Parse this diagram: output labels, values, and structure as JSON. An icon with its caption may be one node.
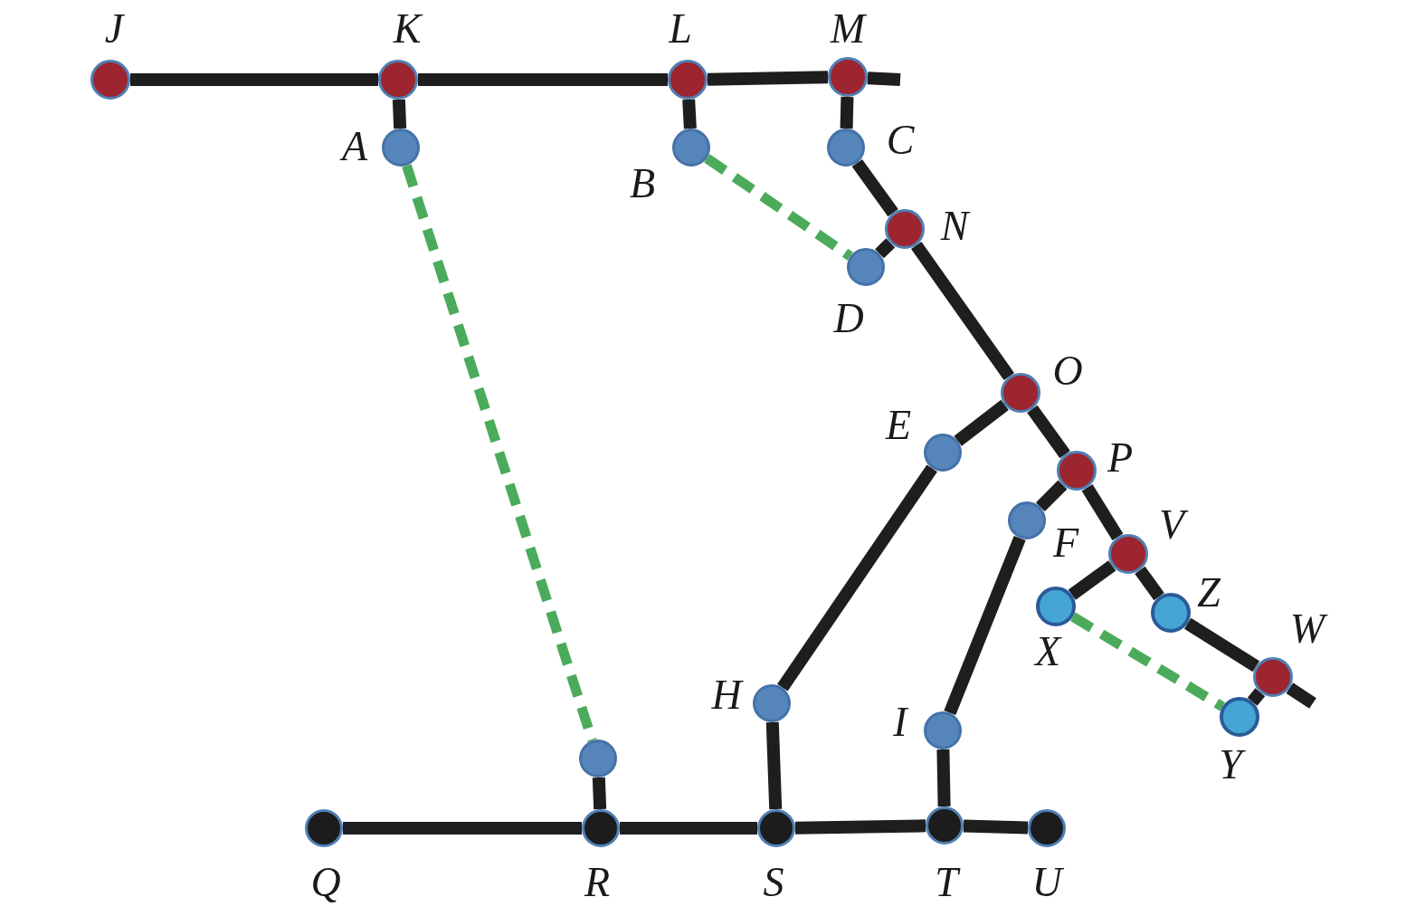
{
  "diagram": {
    "nodes": [
      {
        "text": [],
        "shape": "circle",
        "beside": [
          "J"
        ]
      },
      {
        "text": [],
        "shape": "circle",
        "beside": [
          "K"
        ]
      },
      {
        "text": [],
        "shape": "circle",
        "beside": [
          "L"
        ]
      },
      {
        "text": [],
        "shape": "circle",
        "beside": [
          "M"
        ]
      },
      {
        "text": [],
        "shape": "circle",
        "beside": [
          "A"
        ]
      },
      {
        "text": [],
        "shape": "circle",
        "beside": [
          "B"
        ]
      },
      {
        "text": [],
        "shape": "circle",
        "beside": [
          "C"
        ]
      },
      {
        "text": [],
        "shape": "circle",
        "beside": [
          "N"
        ]
      },
      {
        "text": [],
        "shape": "circle",
        "beside": [
          "D"
        ]
      },
      {
        "text": [],
        "shape": "circle",
        "beside": [
          "O"
        ]
      },
      {
        "text": [],
        "shape": "circle",
        "beside": [
          "E"
        ]
      },
      {
        "text": [],
        "shape": "circle",
        "beside": [
          "P"
        ]
      },
      {
        "text": [],
        "shape": "circle",
        "beside": [
          "F"
        ]
      },
      {
        "text": [],
        "shape": "circle",
        "beside": [
          "V"
        ]
      },
      {
        "text": [],
        "shape": "circle",
        "beside": [
          "X"
        ]
      },
      {
        "text": [],
        "shape": "circle",
        "beside": [
          "Z"
        ]
      },
      {
        "text": [],
        "shape": "circle",
        "beside": [
          "W"
        ]
      },
      {
        "text": [],
        "shape": "circle",
        "beside": [
          "Y"
        ]
      },
      {
        "text": [],
        "shape": "circle",
        "beside": [
          "H"
        ]
      },
      {
        "text": [],
        "shape": "circle",
        "beside": [
          "I"
        ]
      },
      {
        "text": [],
        "shape": "circle"
      },
      {
        "text": [],
        "shape": "circle",
        "beside": [
          "Q"
        ]
      },
      {
        "text": [],
        "shape": "circle",
        "beside": [
          "R"
        ]
      },
      {
        "text": [],
        "shape": "circle",
        "beside": [
          "S"
        ]
      },
      {
        "text": [],
        "shape": "circle",
        "beside": [
          "T"
        ]
      },
      {
        "text": [],
        "shape": "circle",
        "beside": [
          "U"
        ]
      }
    ],
    "edges": [
      {
        "from": 0,
        "to": 1,
        "arrow": "none"
      },
      {
        "from": 1,
        "to": 2,
        "arrow": "none"
      },
      {
        "from": 2,
        "to": 3,
        "arrow": "none"
      },
      {
        "from": 3,
        "to": null,
        "arrow": "none"
      },
      {
        "from": 1,
        "to": 4,
        "arrow": "none"
      },
      {
        "from": 2,
        "to": 5,
        "arrow": "none"
      },
      {
        "from": 3,
        "to": 6,
        "arrow": "none"
      },
      {
        "from": 6,
        "to": 7,
        "arrow": "none"
      },
      {
        "from": 7,
        "to": 8,
        "arrow": "none"
      },
      {
        "from": 7,
        "to": 9,
        "arrow": "none"
      },
      {
        "from": 9,
        "to": 10,
        "arrow": "none"
      },
      {
        "from": 9,
        "to": 11,
        "arrow": "none"
      },
      {
        "from": 10,
        "to": 18,
        "arrow": "none"
      },
      {
        "from": 11,
        "to": 12,
        "arrow": "none"
      },
      {
        "from": 12,
        "to": 19,
        "arrow": "none"
      },
      {
        "from": 11,
        "to": 13,
        "arrow": "none"
      },
      {
        "from": 13,
        "to": 14,
        "arrow": "none"
      },
      {
        "from": 13,
        "to": 15,
        "arrow": "none"
      },
      {
        "from": 15,
        "to": 16,
        "arrow": "none"
      },
      {
        "from": 16,
        "to": null,
        "arrow": "none"
      },
      {
        "from": 16,
        "to": 17,
        "arrow": "none"
      },
      {
        "from": 18,
        "to": 23,
        "arrow": "none"
      },
      {
        "from": 19,
        "to": 24,
        "arrow": "none"
      },
      {
        "from": 20,
        "to": 22,
        "arrow": "none"
      },
      {
        "from": 21,
        "to": 22,
        "arrow": "none"
      },
      {
        "from": 22,
        "to": 23,
        "arrow": "none"
      },
      {
        "from": 23,
        "to": 24,
        "arrow": "none"
      },
      {
        "from": 24,
        "to": 25,
        "arrow": "none"
      },
      {
        "from": 4,
        "to": 20,
        "arrow": "none",
        "style": "dashed",
        "color": "#4bab5b"
      },
      {
        "from": 5,
        "to": 8,
        "arrow": "none",
        "style": "dashed",
        "color": "#4bab5b"
      },
      {
        "from": 14,
        "to": 17,
        "arrow": "none",
        "style": "dashed",
        "color": "#4bab5b"
      }
    ]
  }
}
